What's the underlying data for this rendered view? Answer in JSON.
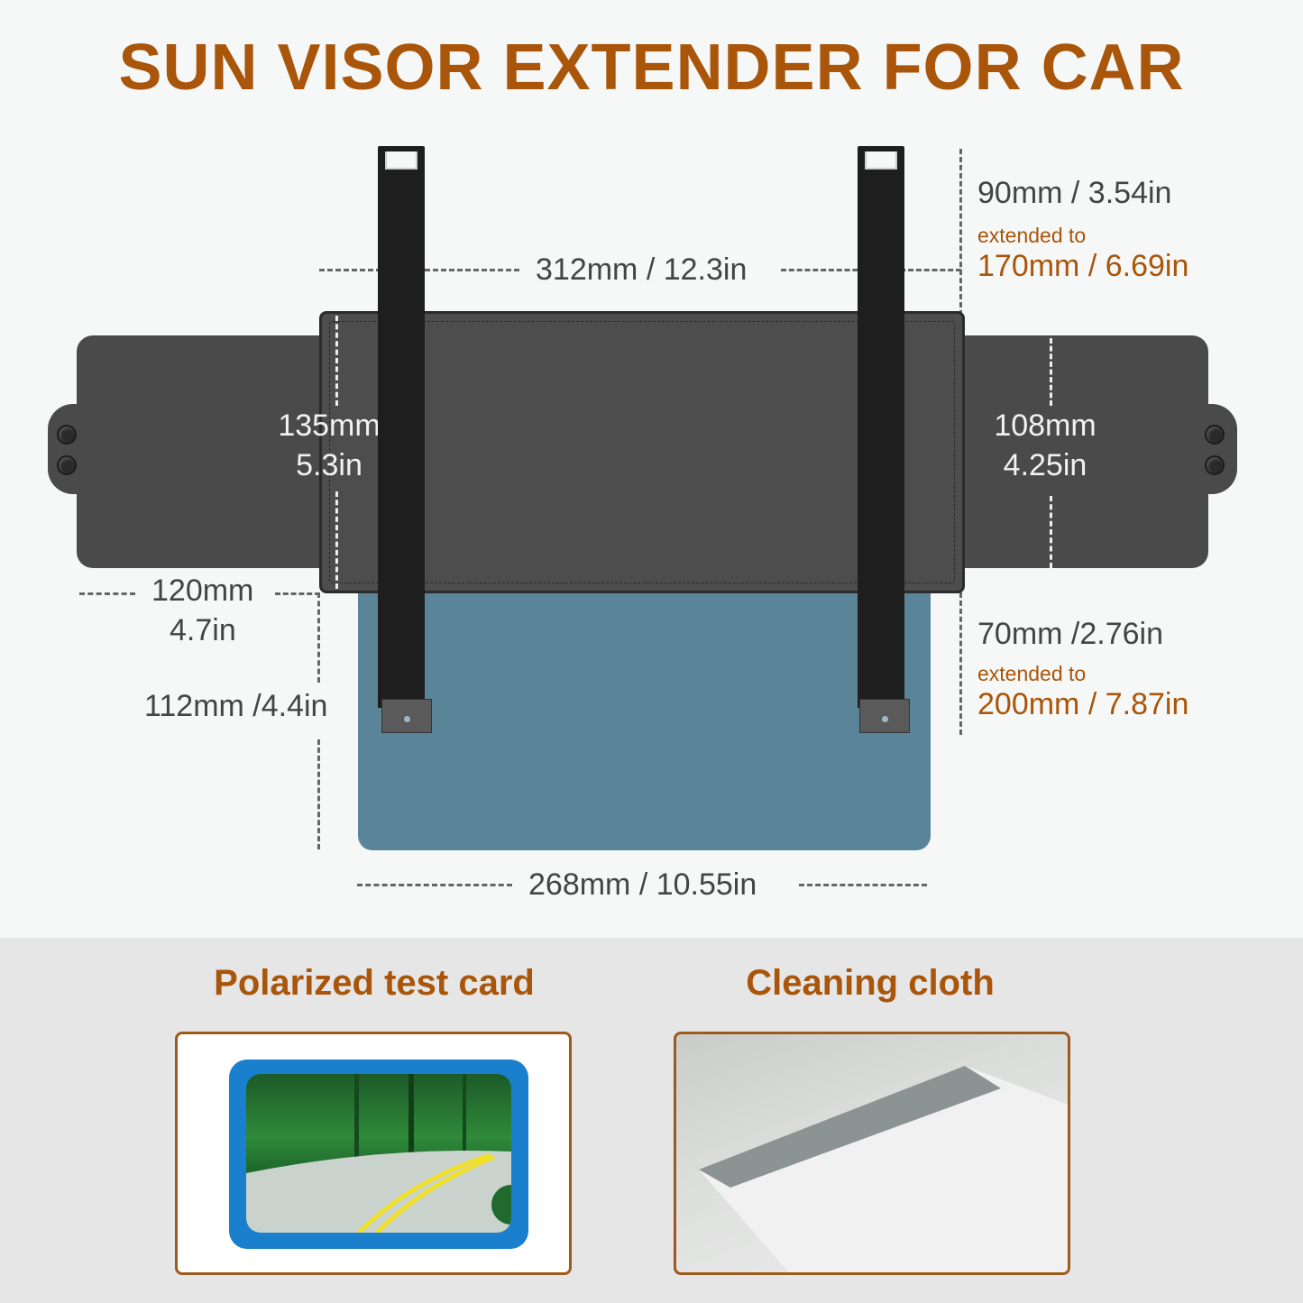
{
  "title": "SUN VISOR EXTENDER FOR CAR",
  "dimensions": {
    "top_width": "312mm / 12.3in",
    "strap_length": "90mm / 3.54in",
    "strap_extended_label": "extended to",
    "strap_extended": "170mm / 6.69in",
    "panel_height_mm": "135mm",
    "panel_height_in": "5.3in",
    "wing_height_mm": "108mm",
    "wing_height_in": "4.25in",
    "wing_width_mm": "120mm",
    "wing_width_in": "4.7in",
    "blue_height": "112mm /4.4in",
    "lower_strap_length": "70mm /2.76in",
    "lower_extended_label": "extended to",
    "lower_extended": "200mm / 7.87in",
    "blue_width": "268mm / 10.55in"
  },
  "accessories": [
    {
      "title": "Polarized test card",
      "image": "polarized-card-image"
    },
    {
      "title": "Cleaning cloth",
      "image": "cleaning-cloth-image"
    }
  ],
  "colors": {
    "accent": "#a9550a",
    "text": "#444444",
    "visor": "#4a4a4a",
    "blue_panel": "#5a8599",
    "top_bg": "#f6f8f8",
    "bottom_bg": "#e6e6e6"
  }
}
